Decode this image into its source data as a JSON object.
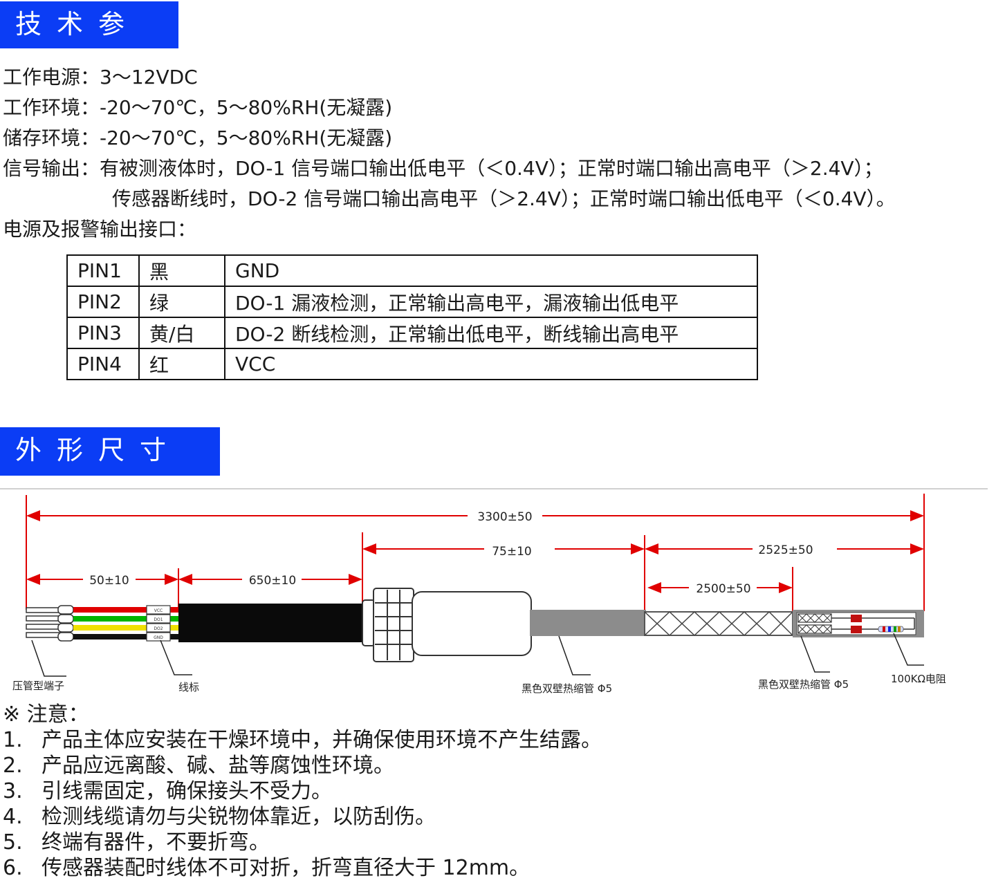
{
  "sections": {
    "tech_params": "技术参数",
    "dimensions": "外形尺寸图"
  },
  "specs": {
    "power": "工作电源：3～12VDC",
    "operating_env": "工作环境：-20～70℃，5～80%RH(无凝露)",
    "storage_env": "储存环境：-20～70℃，5～80%RH(无凝露)",
    "signal_line1": "信号输出：有被测液体时，DO-1 信号端口输出低电平（＜0.4V）；正常时端口输出高电平（＞2.4V）；",
    "signal_line2": "传感器断线时，DO-2 信号端口输出高电平（＞2.4V）；正常时端口输出低电平（＜0.4V）。",
    "interface_title": "电源及报警输出接口："
  },
  "pin_table": [
    {
      "pin": "PIN1",
      "color": "黑",
      "desc": "GND"
    },
    {
      "pin": "PIN2",
      "color": "绿",
      "desc": "DO-1 漏液检测，正常输出高电平，漏液输出低电平"
    },
    {
      "pin": "PIN3",
      "color": "黄/白",
      "desc": "DO-2 断线检测，正常输出低电平，断线输出高电平"
    },
    {
      "pin": "PIN4",
      "color": "红",
      "desc": "VCC"
    }
  ],
  "drawing": {
    "dim_total": "3300±50",
    "dim_gland": "75±10",
    "dim_tail": "2525±50",
    "dim_braid": "2500±50",
    "dim_terminal": "50±10",
    "dim_jacket": "650±10",
    "label_terminal": "压管型端子",
    "label_marker": "线标",
    "label_shrink1": "黑色双壁热缩管 Φ5",
    "label_shrink2": "黑色双壁热缩管 Φ5",
    "label_resistor": "100KΩ电阻",
    "wire_marks": [
      "VCC",
      "DO1",
      "DO2",
      "GND"
    ],
    "colors": {
      "red": "#e00000",
      "green": "#00b400",
      "yellow": "#f0e000",
      "black": "#111111",
      "dim_line": "#e00000",
      "cable": "#8c8c8c"
    }
  },
  "notes": {
    "title": "※ 注意：",
    "items": [
      {
        "num": "1.",
        "text": "产品主体应安装在干燥环境中，并确保使用环境不产生结露。"
      },
      {
        "num": "2.",
        "text": "产品应远离酸、碱、盐等腐蚀性环境。"
      },
      {
        "num": "3.",
        "text": "引线需固定，确保接头不受力。"
      },
      {
        "num": "4.",
        "text": "检测线缆请勿与尖锐物体靠近，以防刮伤。"
      },
      {
        "num": "5.",
        "text": "终端有器件，不要折弯。"
      },
      {
        "num": "6.",
        "text": "传感器装配时线体不可对折，折弯直径大于 12mm。"
      }
    ]
  }
}
